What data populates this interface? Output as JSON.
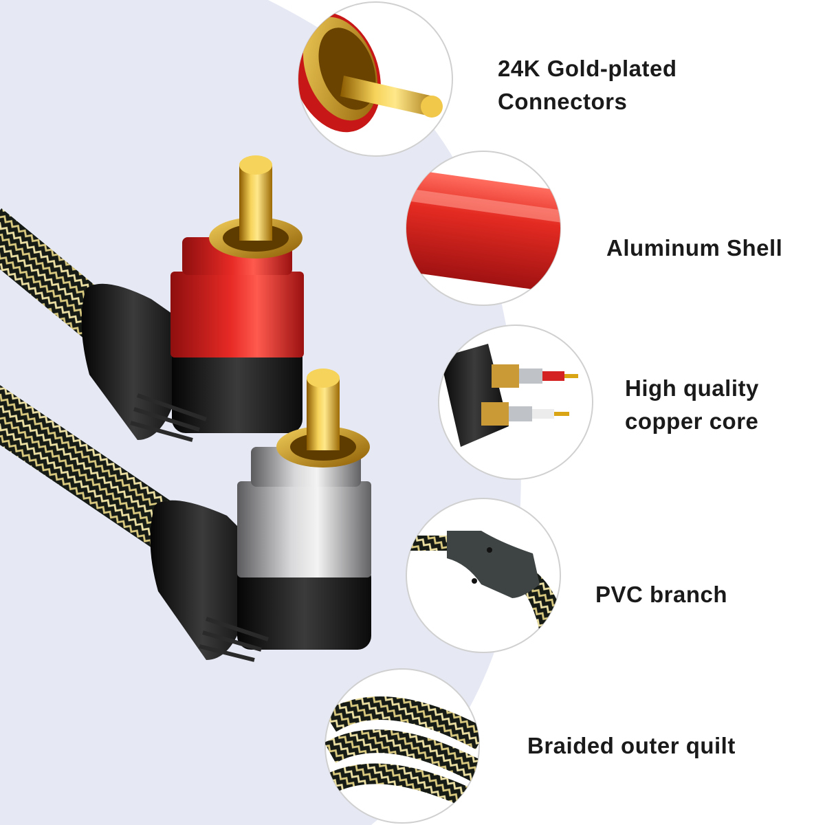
{
  "features": [
    {
      "label": "24K Gold-plated\nConnectors"
    },
    {
      "label": "Aluminum Shell"
    },
    {
      "label": "High quality\ncopper core"
    },
    {
      "label": "PVC branch"
    },
    {
      "label": "Braided outer quilt"
    }
  ],
  "colors": {
    "background": "#ffffff",
    "backdrop": "#e6e9f4",
    "gold": "#d9a514",
    "red_shell": "#d9201f",
    "silver_shell": "#a8a8ab",
    "black": "#141414",
    "braid_gold": "#e8dca0"
  }
}
